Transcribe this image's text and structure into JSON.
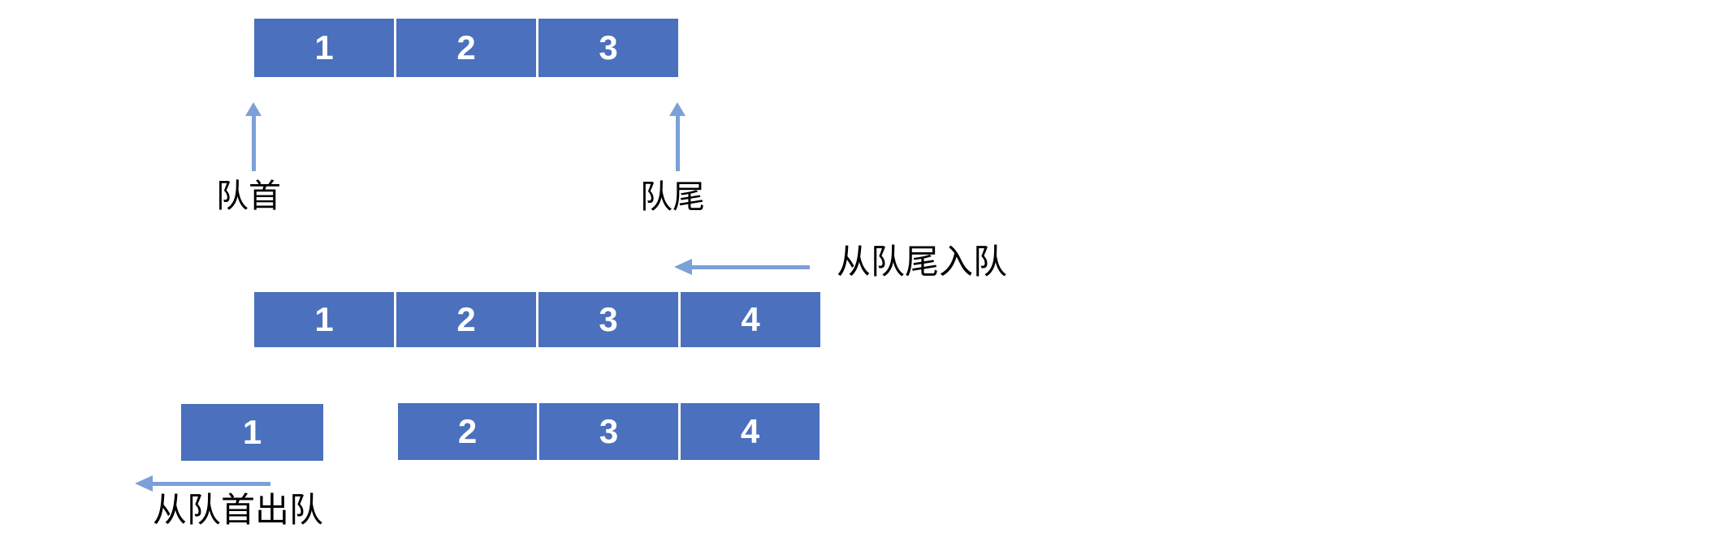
{
  "colors": {
    "box-fill": "#4a70be",
    "cell-text": "#ffffff",
    "arrow": "#7ca0d8",
    "label-text": "#000000",
    "background": "#ffffff"
  },
  "labels": {
    "front": "队首",
    "rear": "队尾",
    "enqueue": "从队尾入队",
    "dequeue": "从队首出队"
  },
  "initial_queue": {
    "cells": [
      "1",
      "2",
      "3"
    ]
  },
  "after_enqueue": {
    "cells": [
      "1",
      "2",
      "3",
      "4"
    ]
  },
  "after_dequeue": {
    "dequeued": "1",
    "remaining": [
      "2",
      "3",
      "4"
    ]
  }
}
